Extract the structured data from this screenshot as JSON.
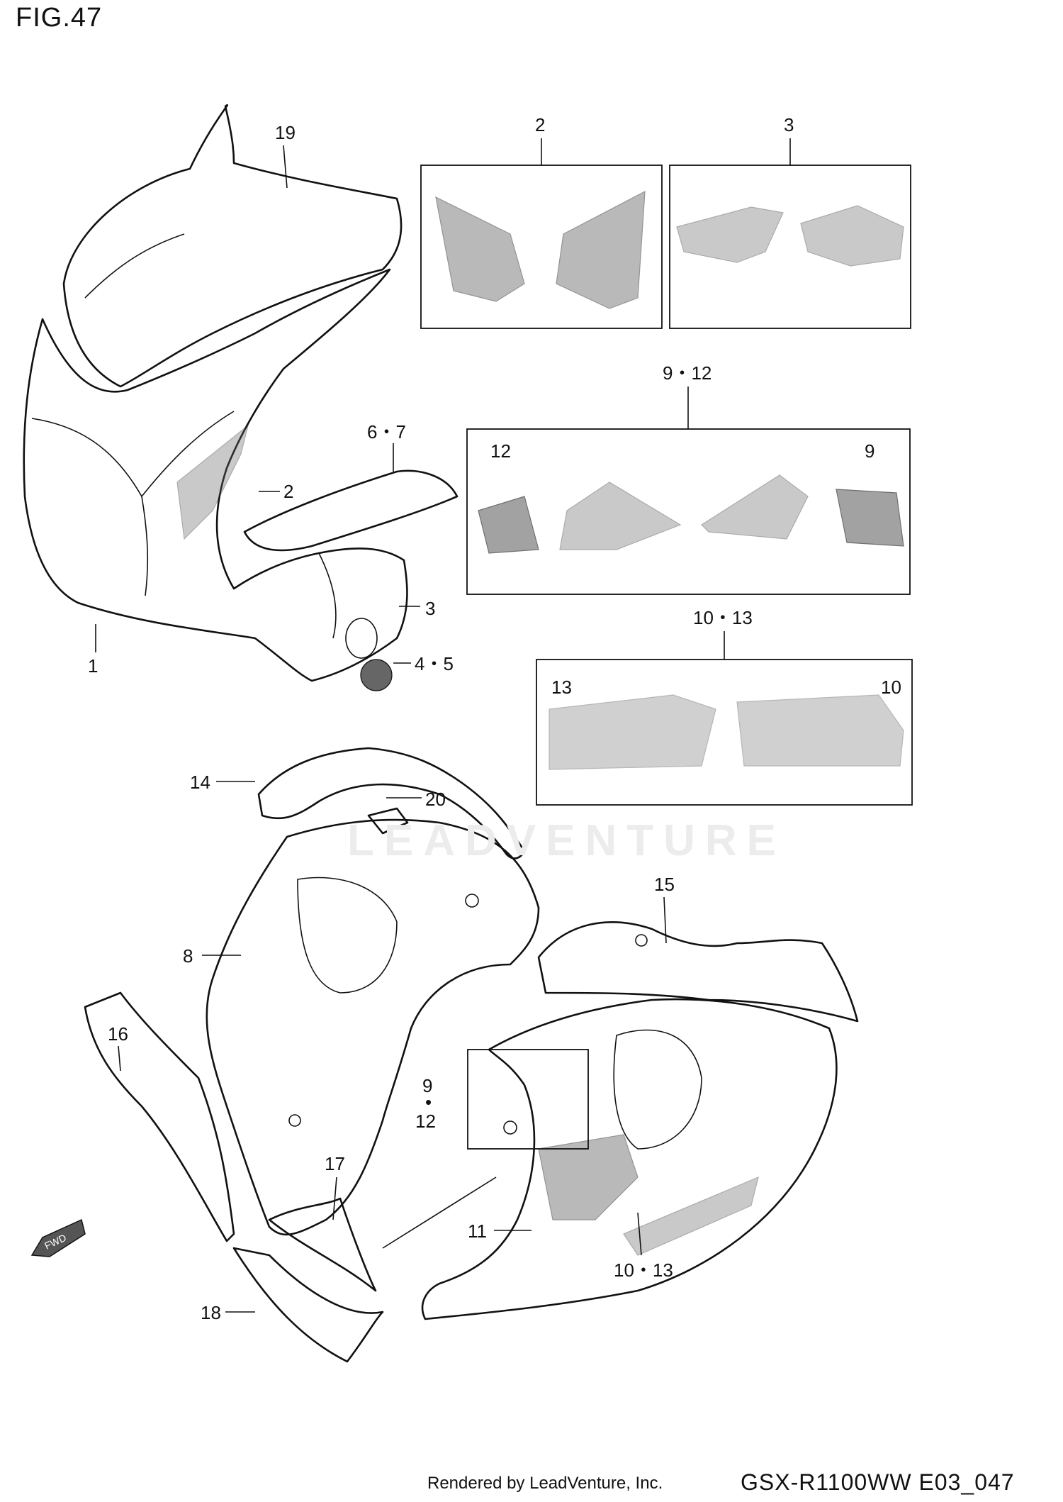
{
  "figure": {
    "title": "FIG.47"
  },
  "watermark": "LEADVENTURE",
  "footer": {
    "left": "Rendered by LeadVenture, Inc.",
    "right": "GSX-R1100WW  E03_047"
  },
  "fwd_label": "FWD",
  "callouts": {
    "c1": "1",
    "c2": "2",
    "c3": "3",
    "c4_5": "4・5",
    "c6_7": "6・7",
    "c8": "8",
    "c11": "11",
    "c14": "14",
    "c15": "15",
    "c16": "16",
    "c17": "17",
    "c18": "18",
    "c19": "19",
    "c20": "20",
    "c9_12_lower_top": "9",
    "c9_12_lower_dot": "•",
    "c9_12_lower_bottom": "12",
    "c10_13_lower": "10・13"
  },
  "boxes": {
    "box2": {
      "label": "2"
    },
    "box3": {
      "label": "3"
    },
    "box9_12": {
      "label": "9・12",
      "left": "12",
      "right": "9"
    },
    "box10_13": {
      "label": "10・13",
      "left": "13",
      "right": "10"
    }
  }
}
